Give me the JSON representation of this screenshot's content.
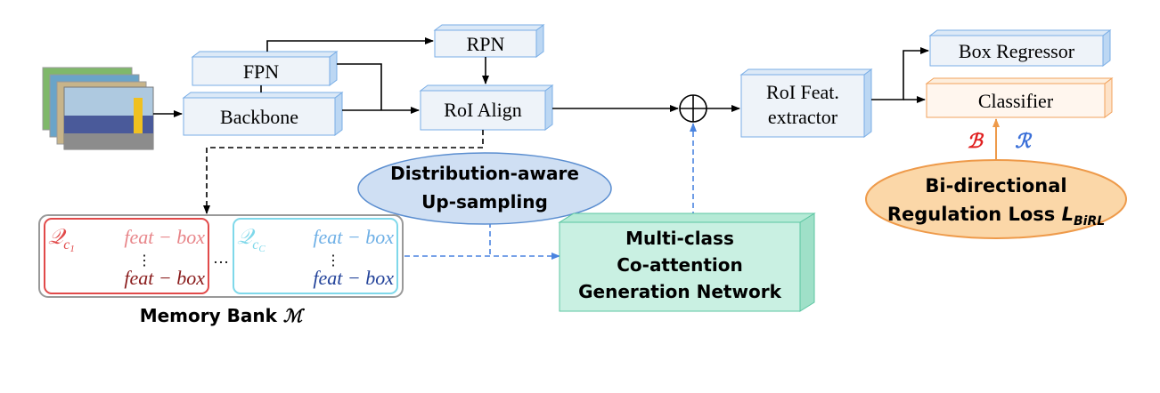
{
  "diagram": {
    "nodes": {
      "fpn": "FPN",
      "rpn": "RPN",
      "backbone": "Backbone",
      "roi_align": "RoI Align",
      "roi_feat_1": "RoI Feat.",
      "roi_feat_2": "extractor",
      "box_regressor": "Box Regressor",
      "classifier": "Classifier",
      "dau_1": "Distribution-aware",
      "dau_2": "Up-sampling",
      "mcan_1": "Multi-class",
      "mcan_2": "Co-attention",
      "mcan_3": "Generation Network",
      "birl_1": "Bi-directional",
      "birl_2": "Regulation Loss",
      "birl_sym": "L",
      "birl_sub": "BiRL",
      "memory_bank": "Memory Bank",
      "memory_bank_sym": "ℳ"
    },
    "memory": {
      "q_symbol": "𝒬",
      "sub_first": "c",
      "sub_first_index": "1",
      "sub_last": "c",
      "sub_last_index": "C",
      "feat_box": "feat − box",
      "vdots": "⋮",
      "ellipsis": "…"
    },
    "regulation": {
      "b": "ℬ",
      "r": "ℛ"
    },
    "plus": "⊕"
  },
  "colors": {
    "box_fill": "#eef3f9",
    "box_side": "#bcd7f3",
    "box_border": "#7aaee6",
    "classifier_border": "#f2a25c",
    "classifier_fill": "#fff6ee",
    "ellipse_blue": "#cfdff3",
    "ellipse_blue_border": "#5b8ed0",
    "ellipse_orange": "#fbd7a8",
    "ellipse_orange_border": "#ee9a4a",
    "green_fill": "#c9f0e2",
    "green_side": "#9fe0c8",
    "green_border": "#5cc6a2",
    "mem_red": "#e14a4a",
    "mem_cyan": "#7fd8ea",
    "mem_dark_red": "#8a1c1c",
    "mem_dark_blue": "#23439a",
    "dash_blue": "#4a84e0",
    "b_red": "#e02020",
    "r_blue": "#3a6fd8"
  }
}
